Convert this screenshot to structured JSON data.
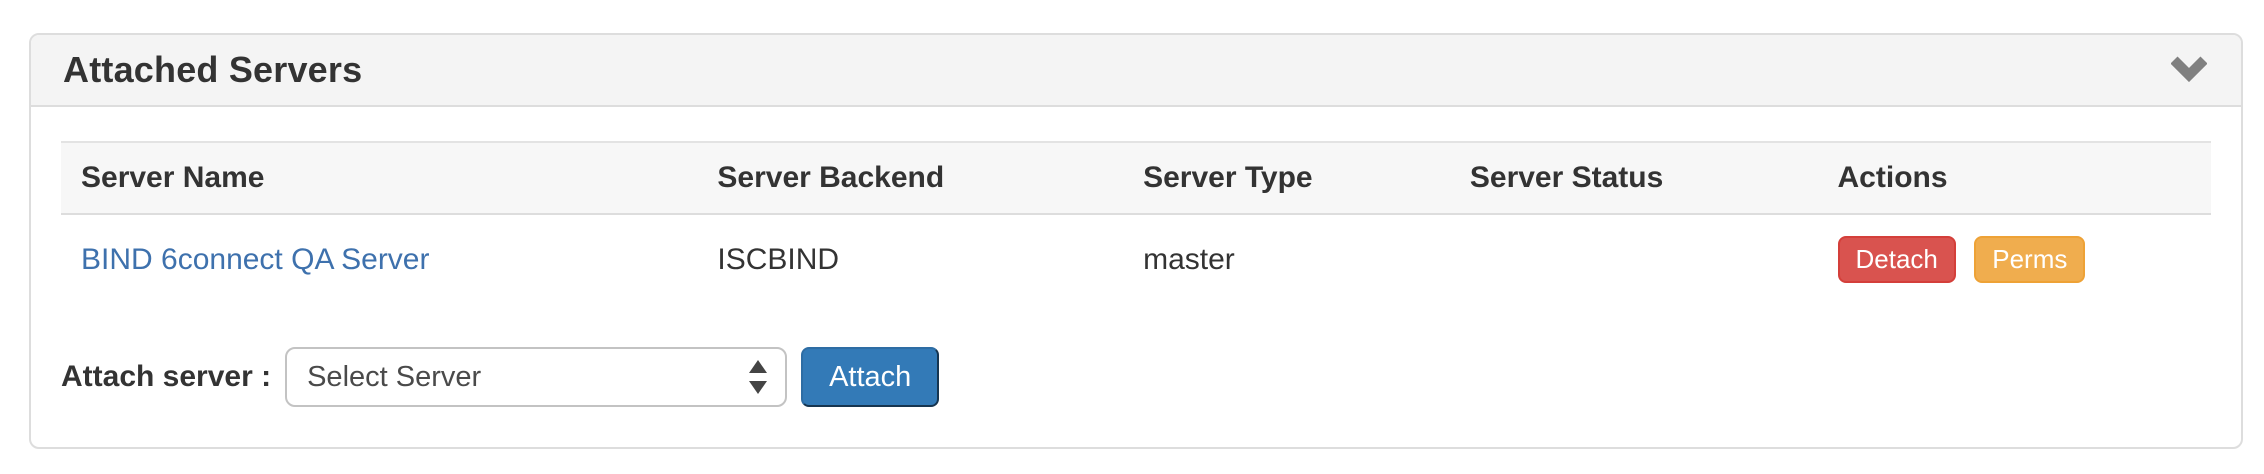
{
  "panel": {
    "title": "Attached Servers"
  },
  "table": {
    "headers": [
      "Server Name",
      "Server Backend",
      "Server Type",
      "Server Status",
      "Actions"
    ],
    "rows": [
      {
        "server_name": "BIND 6connect QA Server",
        "server_backend": "ISCBIND",
        "server_type": "master",
        "server_status": "",
        "actions": [
          {
            "label": "Detach"
          },
          {
            "label": "Perms"
          }
        ]
      }
    ]
  },
  "attach": {
    "label": "Attach server :",
    "select_value": "Select Server",
    "button_label": "Attach"
  },
  "icons": {
    "collapse": "chevron-down-icon"
  },
  "colors": {
    "link": "#3e71ad",
    "detach_button": "#d9534f",
    "perms_button": "#f0ad4e",
    "attach_button": "#337ab7",
    "panel_heading_bg": "#f4f4f4",
    "table_head_bg": "#f7f7f7",
    "border": "#dddddd"
  }
}
